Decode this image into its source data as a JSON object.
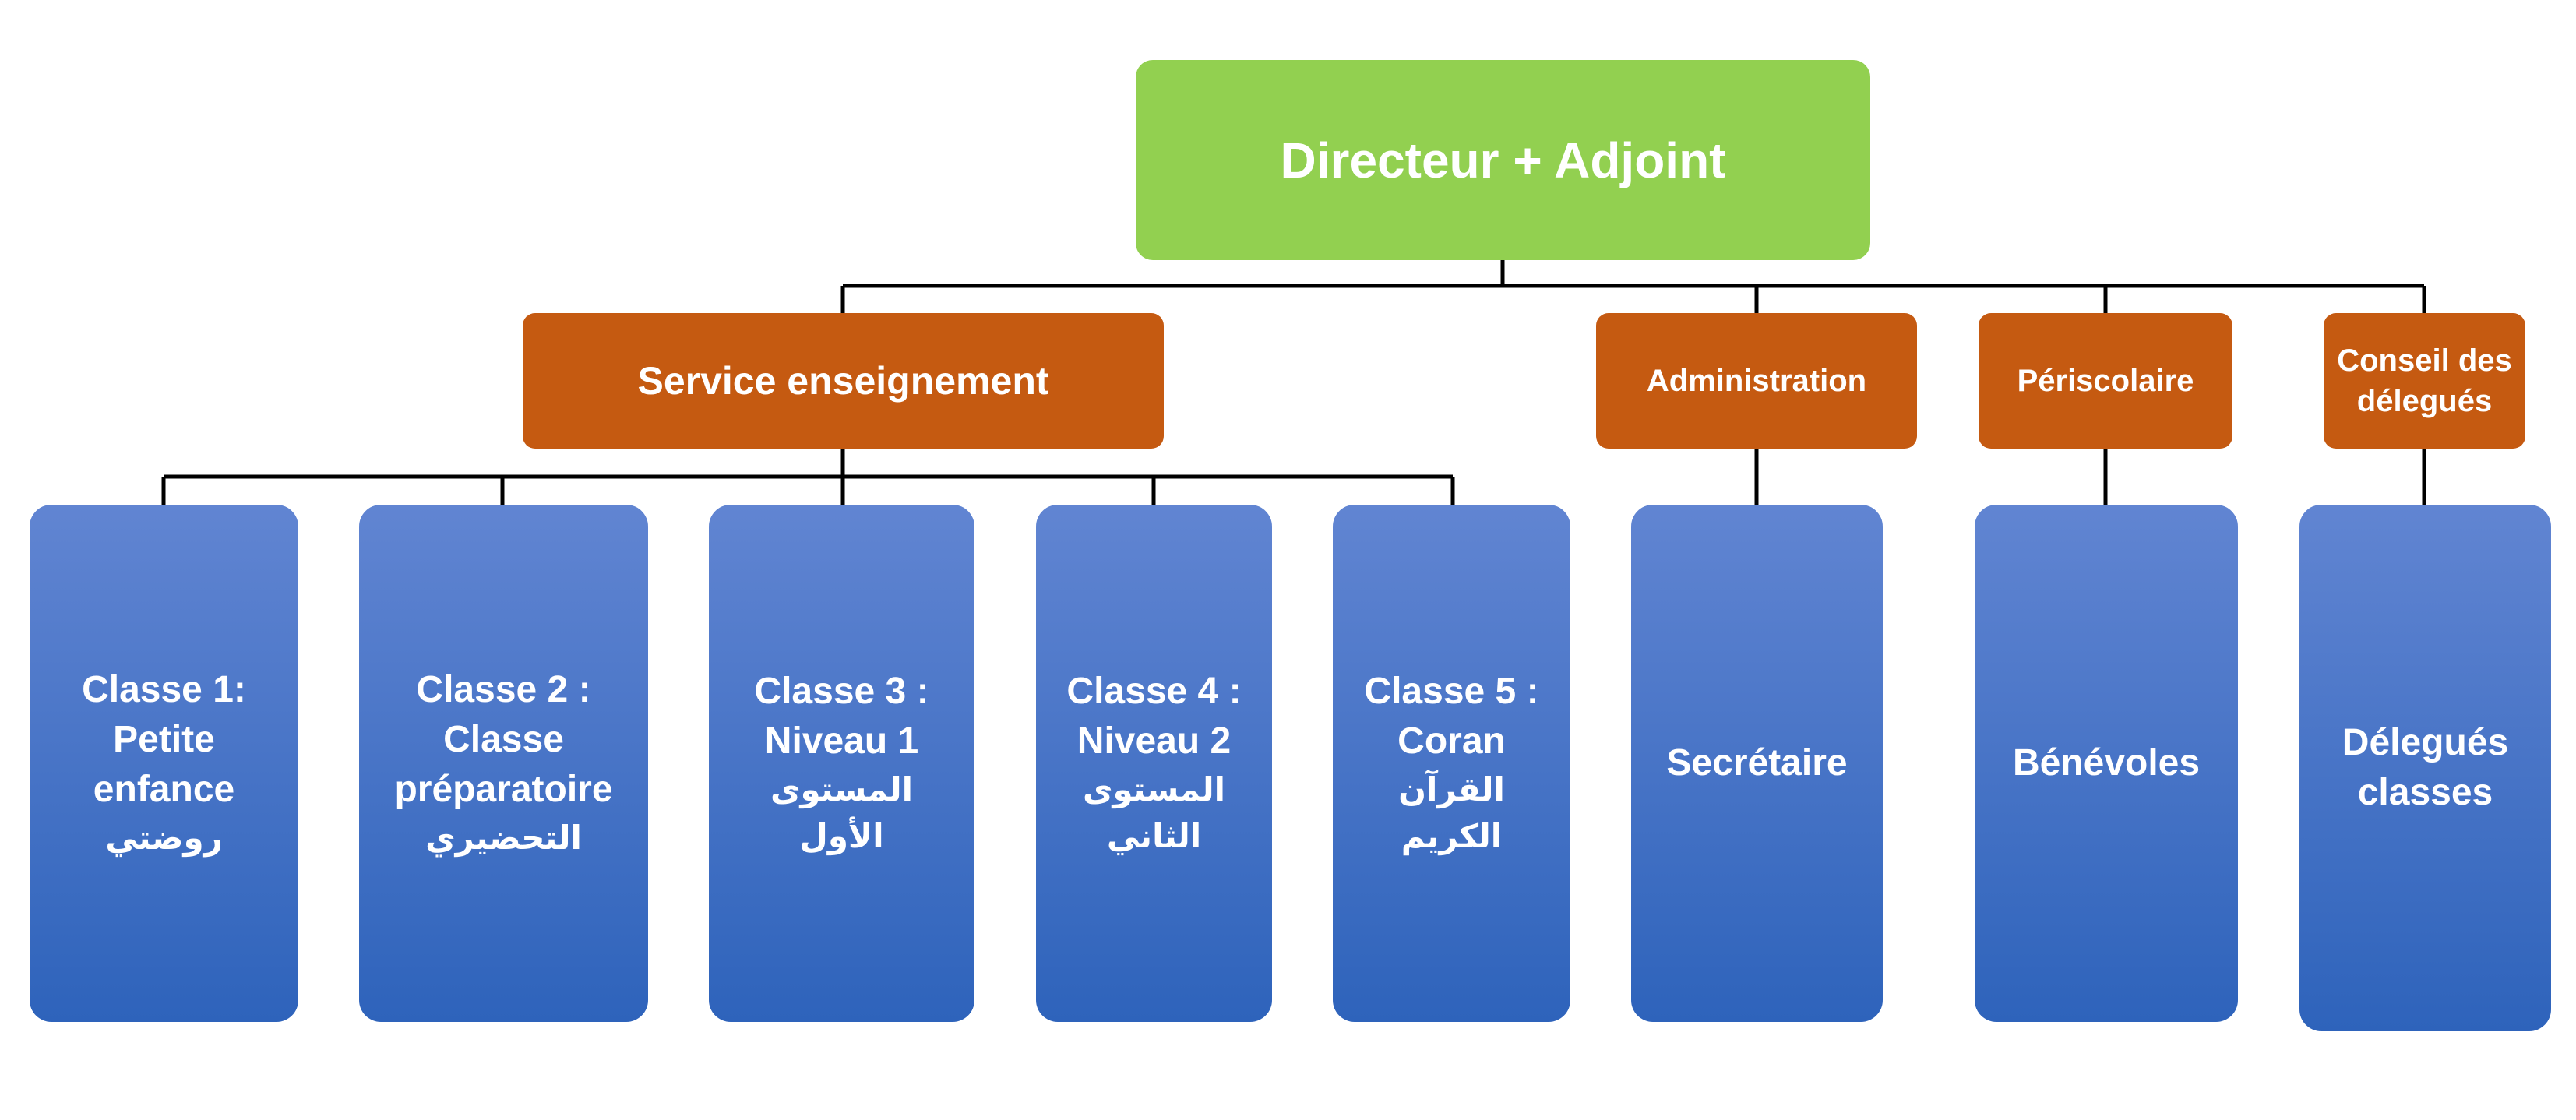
{
  "root": {
    "label": "Directeur + Adjoint"
  },
  "level2": {
    "service": "Service enseignement",
    "administration": "Administration",
    "periscolaire": "Périscolaire",
    "conseil_line1": "Conseil des",
    "conseil_line2": "délegués"
  },
  "classes": [
    {
      "title": "Classe 1:",
      "line2": "Petite",
      "line3": "enfance",
      "arabic1": "روضتي",
      "arabic2": ""
    },
    {
      "title": "Classe 2 :",
      "line2": "Classe",
      "line3": "préparatoire",
      "arabic1": "التحضيري",
      "arabic2": ""
    },
    {
      "title": "Classe 3 :",
      "line2": "Niveau 1",
      "line3": "",
      "arabic1": "المستوى",
      "arabic2": "الأول"
    },
    {
      "title": "Classe 4 :",
      "line2": "Niveau 2",
      "line3": "",
      "arabic1": "المستوى",
      "arabic2": "الثاني"
    },
    {
      "title": "Classe 5 :",
      "line2": "Coran",
      "line3": "",
      "arabic1": "القرآن",
      "arabic2": "الكريم"
    }
  ],
  "others": {
    "secretaire": "Secrétaire",
    "benevoles": "Bénévoles",
    "delegues_line1": "Délegués",
    "delegues_line2": "classes"
  },
  "colors": {
    "root": "#92d050",
    "level2": "#c55a11",
    "leaf_top": "#6185d2",
    "leaf_bottom": "#2e63bb",
    "connector": "#000000"
  }
}
